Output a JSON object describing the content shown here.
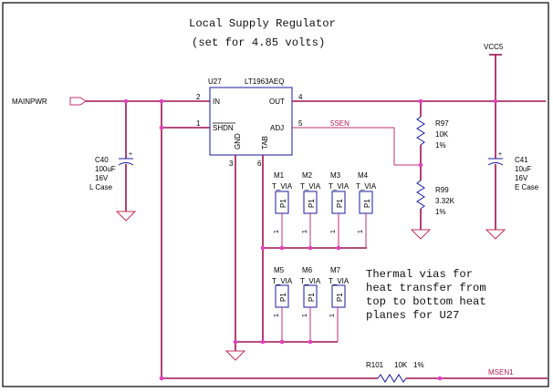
{
  "title": {
    "line1": "Local Supply Regulator",
    "line2": "(set for 4.85 volts)"
  },
  "nets": {
    "mainpwr": "MAINPWR",
    "vcc5": "VCC5",
    "msen1": "MSEN1",
    "sen5": "5SEN"
  },
  "regulator": {
    "ref": "U27",
    "part": "LT1963AEQ",
    "pin_in": "IN",
    "pin_shdn": "SHDN",
    "pin_out": "OUT",
    "pin_adj": "ADJ",
    "pin_gnd": "GND",
    "pin_tab": "TAB",
    "num_in": "2",
    "num_shdn": "1",
    "num_out": "4",
    "num_adj": "5",
    "num_gnd": "3",
    "num_tab": "6"
  },
  "c40": {
    "ref": "C40",
    "value": "100uF",
    "voltage": "16V",
    "case": "L Case",
    "polarity": "+"
  },
  "c41": {
    "ref": "C41",
    "value": "10uF",
    "voltage": "16V",
    "case": "E Case",
    "polarity": "+"
  },
  "r97": {
    "ref": "R97",
    "value": "10K",
    "tol": "1%"
  },
  "r99": {
    "ref": "R99",
    "value": "3.32K",
    "tol": "1%"
  },
  "r101": {
    "ref": "R101",
    "value": "10K",
    "tol": "1%"
  },
  "vias": [
    {
      "ref": "M1",
      "type": "T_VIA",
      "pad": "P1",
      "pin": "1"
    },
    {
      "ref": "M2",
      "type": "T_VIA",
      "pad": "P1",
      "pin": "1"
    },
    {
      "ref": "M3",
      "type": "T_VIA",
      "pad": "P1",
      "pin": "1"
    },
    {
      "ref": "M4",
      "type": "T_VIA",
      "pad": "P1",
      "pin": "1"
    },
    {
      "ref": "M5",
      "type": "T_VIA",
      "pad": "P1",
      "pin": "1"
    },
    {
      "ref": "M6",
      "type": "T_VIA",
      "pad": "P1",
      "pin": "1"
    },
    {
      "ref": "M7",
      "type": "T_VIA",
      "pad": "P1",
      "pin": "1"
    }
  ],
  "note": {
    "line1": "Thermal vias for",
    "line2": "heat transfer from",
    "line3": "top to bottom heat",
    "line4": "planes for U27"
  },
  "colors": {
    "wire": "#a01050",
    "component": "#1a1aa0",
    "junction": "#e040c0",
    "text": "#000000"
  }
}
